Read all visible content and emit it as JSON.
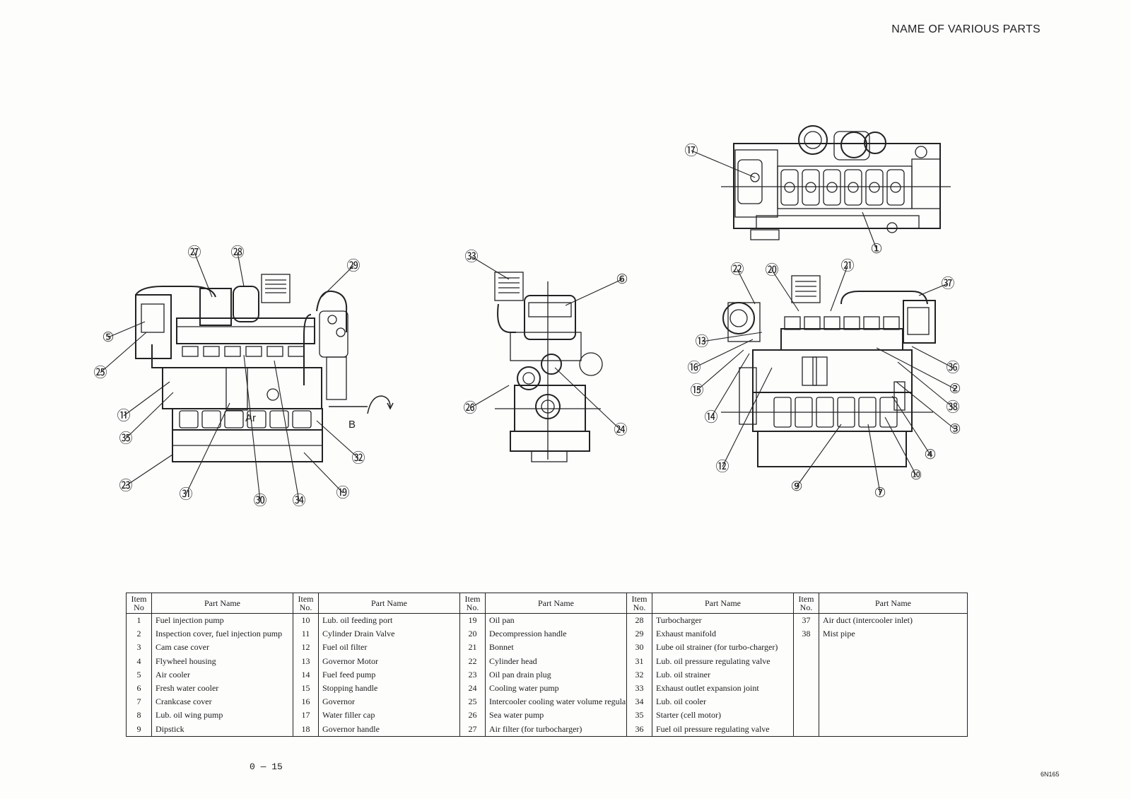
{
  "page": {
    "title": "NAME OF VARIOUS PARTS",
    "page_number": "0 — 15",
    "doc_code": "6N165"
  },
  "diagram": {
    "view_label": "B",
    "callouts": [
      {
        "num": "①"
      },
      {
        "num": "②"
      },
      {
        "num": "③"
      },
      {
        "num": "④"
      },
      {
        "num": "⑤"
      },
      {
        "num": "⑥"
      },
      {
        "num": "⑦"
      },
      {
        "num": "⑨"
      },
      {
        "num": "⑩"
      },
      {
        "num": "⑪"
      },
      {
        "num": "⑫"
      },
      {
        "num": "⑬"
      },
      {
        "num": "⑭"
      },
      {
        "num": "⑮"
      },
      {
        "num": "⑯"
      },
      {
        "num": "⑰"
      },
      {
        "num": "⑲"
      },
      {
        "num": "⑳"
      },
      {
        "num": "㉑"
      },
      {
        "num": "㉒"
      },
      {
        "num": "㉓"
      },
      {
        "num": "㉔"
      },
      {
        "num": "㉕"
      },
      {
        "num": "㉖"
      },
      {
        "num": "㉗"
      },
      {
        "num": "㉘"
      },
      {
        "num": "㉙"
      },
      {
        "num": "㉚"
      },
      {
        "num": "㉛"
      },
      {
        "num": "㉜"
      },
      {
        "num": "㉝"
      },
      {
        "num": "㉞"
      },
      {
        "num": "㉟"
      },
      {
        "num": "㊱"
      },
      {
        "num": "㊲"
      },
      {
        "num": "㊳"
      }
    ]
  },
  "table": {
    "headers": {
      "item_no_col1": "Item No",
      "item_no": "Item No.",
      "part_name": "Part Name"
    },
    "rows": [
      [
        {
          "no": "1",
          "name": "Fuel injection pump"
        },
        {
          "no": "10",
          "name": "Lub. oil feeding port"
        },
        {
          "no": "19",
          "name": "Oil pan"
        },
        {
          "no": "28",
          "name": "Turbocharger"
        },
        {
          "no": "37",
          "name": "Air duct (intercooler inlet)"
        }
      ],
      [
        {
          "no": "2",
          "name": "Inspection cover, fuel injection pump"
        },
        {
          "no": "11",
          "name": "Cylinder Drain Valve"
        },
        {
          "no": "20",
          "name": "Decompression handle"
        },
        {
          "no": "29",
          "name": "Exhaust manifold"
        },
        {
          "no": "38",
          "name": "Mist pipe"
        }
      ],
      [
        {
          "no": "3",
          "name": "Cam case cover"
        },
        {
          "no": "12",
          "name": "Fuel oil filter"
        },
        {
          "no": "21",
          "name": "Bonnet"
        },
        {
          "no": "30",
          "name": "Lube oil strainer (for turbo-charger)"
        },
        {
          "no": "",
          "name": ""
        }
      ],
      [
        {
          "no": "4",
          "name": "Flywheel housing"
        },
        {
          "no": "13",
          "name": "Governor Motor"
        },
        {
          "no": "22",
          "name": "Cylinder head"
        },
        {
          "no": "31",
          "name": "Lub. oil pressure regulating valve"
        },
        {
          "no": "",
          "name": ""
        }
      ],
      [
        {
          "no": "5",
          "name": "Air cooler"
        },
        {
          "no": "14",
          "name": "Fuel feed pump"
        },
        {
          "no": "23",
          "name": "Oil pan drain plug"
        },
        {
          "no": "32",
          "name": "Lub. oil strainer"
        },
        {
          "no": "",
          "name": ""
        }
      ],
      [
        {
          "no": "6",
          "name": "Fresh water cooler"
        },
        {
          "no": "15",
          "name": "Stopping handle"
        },
        {
          "no": "24",
          "name": "Cooling water pump"
        },
        {
          "no": "33",
          "name": "Exhaust outlet expansion joint"
        },
        {
          "no": "",
          "name": ""
        }
      ],
      [
        {
          "no": "7",
          "name": "Crankcase cover"
        },
        {
          "no": "16",
          "name": "Governor"
        },
        {
          "no": "25",
          "name": "Intercooler cooling water volume regulating valve"
        },
        {
          "no": "34",
          "name": "Lub. oil cooler"
        },
        {
          "no": "",
          "name": ""
        }
      ],
      [
        {
          "no": "8",
          "name": "Lub. oil wing pump"
        },
        {
          "no": "17",
          "name": "Water filler cap"
        },
        {
          "no": "26",
          "name": "Sea water pump"
        },
        {
          "no": "35",
          "name": "Starter (cell motor)"
        },
        {
          "no": "",
          "name": ""
        }
      ],
      [
        {
          "no": "9",
          "name": "Dipstick"
        },
        {
          "no": "18",
          "name": "Governor handle"
        },
        {
          "no": "27",
          "name": "Air filter (for turbocharger)"
        },
        {
          "no": "36",
          "name": "Fuel oil pressure regulating valve"
        },
        {
          "no": "",
          "name": ""
        }
      ]
    ]
  }
}
